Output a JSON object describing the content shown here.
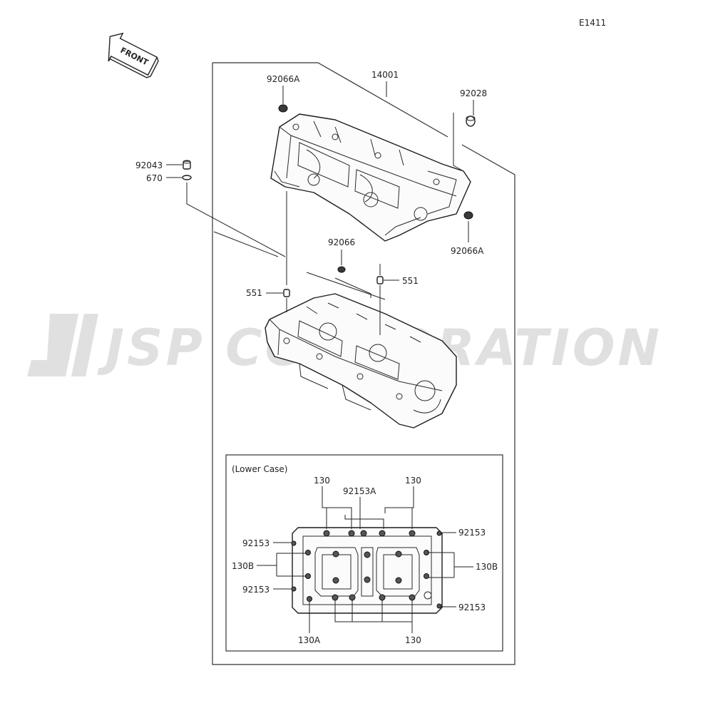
{
  "diagram_code": "E1411",
  "front_arrow_label": "FRONT",
  "watermark": "JSP CORPORATION",
  "lower_case_title": "(Lower Case)",
  "parts": {
    "crankcase_assy": "14001",
    "cap_upper_left": "92066A",
    "cap_upper_right": "92028",
    "cap_right_lower": "92066A",
    "plug": "92043",
    "o_ring": "670",
    "cap_center": "92066",
    "dowel_left": "551",
    "dowel_right": "551"
  },
  "lower_case_parts": {
    "bolt_130_top_left": "130",
    "bolt_130_top_right": "130",
    "washer_92153A": "92153A",
    "washer_92153_left_top": "92153",
    "bolt_130B_left": "130B",
    "washer_92153_left_bottom": "92153",
    "washer_92153_right_top": "92153",
    "bolt_130B_right": "130B",
    "washer_92153_right_bottom": "92153",
    "bolt_130A_bottom": "130A",
    "bolt_130_bottom": "130"
  }
}
